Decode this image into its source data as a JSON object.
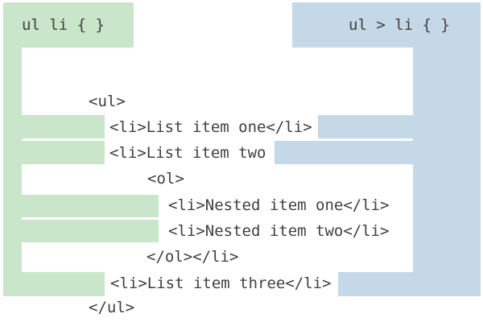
{
  "colors": {
    "green": "#c9e5ca",
    "blue": "#c5d8e7",
    "text": "#3f3f3f",
    "bg": "#ffffff"
  },
  "selectors": {
    "descendant": {
      "label": "ul li { }"
    },
    "child": {
      "label": "ul > li { }"
    }
  },
  "code": {
    "lines": [
      {
        "text": "<ul>",
        "ul_li_match": false,
        "ul_child_li_match": false
      },
      {
        "text": "<li>List item one</li>",
        "ul_li_match": true,
        "ul_child_li_match": true
      },
      {
        "text": "<li>List item two",
        "ul_li_match": true,
        "ul_child_li_match": true
      },
      {
        "text": "<ol>",
        "ul_li_match": false,
        "ul_child_li_match": false
      },
      {
        "text": "<li>Nested item one</li>",
        "ul_li_match": true,
        "ul_child_li_match": false
      },
      {
        "text": "<li>Nested item two</li>",
        "ul_li_match": true,
        "ul_child_li_match": false
      },
      {
        "text": "</ol></li>",
        "ul_li_match": false,
        "ul_child_li_match": false
      },
      {
        "text": "<li>List item three</li>",
        "ul_li_match": true,
        "ul_child_li_match": true
      },
      {
        "text": "</ul>",
        "ul_li_match": false,
        "ul_child_li_match": false
      }
    ]
  }
}
